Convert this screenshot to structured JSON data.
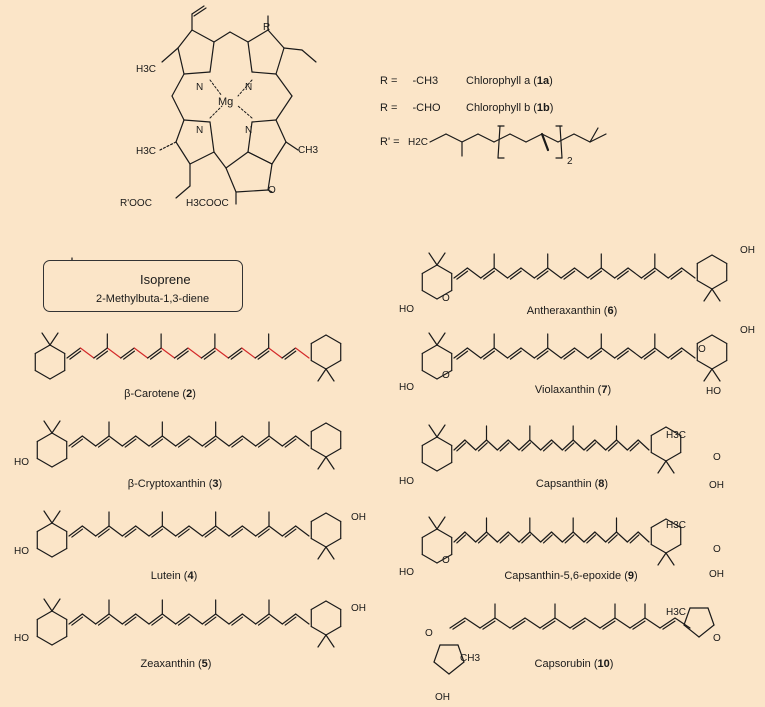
{
  "chlorophyll": {
    "atoms": {
      "mg": "Mg",
      "n_tl": "N",
      "n_tr": "N",
      "n_bl": "N",
      "n_br": "N",
      "r": "R",
      "h3c_left": "H3C",
      "h3c_lower": "H3C",
      "ch3_right": "CH3",
      "o_keto": "O",
      "ester_left": "R'OOC",
      "ester_right": "H3COOC"
    },
    "r_table": [
      {
        "lhs": "R =",
        "rhs": "-CH3",
        "name": "Chlorophyll a (",
        "id": "1a",
        "close": ")"
      },
      {
        "lhs": "R =",
        "rhs": "-CHO",
        "name": "Chlorophyll b (",
        "id": "1b",
        "close": ")"
      }
    ],
    "r_prime": {
      "lhs": "R' =",
      "start": "H2C",
      "subscript": "2"
    }
  },
  "isoprene": {
    "title": "Isoprene",
    "name": "2-Methylbuta-1,3-diene"
  },
  "compounds": [
    {
      "name": "β-Carotene (",
      "id": "2",
      "close": ")"
    },
    {
      "name": "β-Cryptoxanthin (",
      "id": "3",
      "close": ")"
    },
    {
      "name": "Lutein (",
      "id": "4",
      "close": ")"
    },
    {
      "name": "Zeaxanthin (",
      "id": "5",
      "close": ")"
    },
    {
      "name": "Antheraxanthin (",
      "id": "6",
      "close": ")"
    },
    {
      "name": "Violaxanthin (",
      "id": "7",
      "close": ")"
    },
    {
      "name": "Capsanthin (",
      "id": "8",
      "close": ")"
    },
    {
      "name": "Capsanthin-5,6-epoxide (",
      "id": "9",
      "close": ")"
    },
    {
      "name": "Capsorubin (",
      "id": "10",
      "close": ")"
    }
  ],
  "labels": {
    "ho": "HO",
    "oh": "OH",
    "o": "O",
    "h3c": "H3C",
    "ch3": "CH3"
  },
  "colors": {
    "background": "#fbe5c8",
    "bond": "#1a1a1a",
    "highlight": "#d42a2a"
  }
}
